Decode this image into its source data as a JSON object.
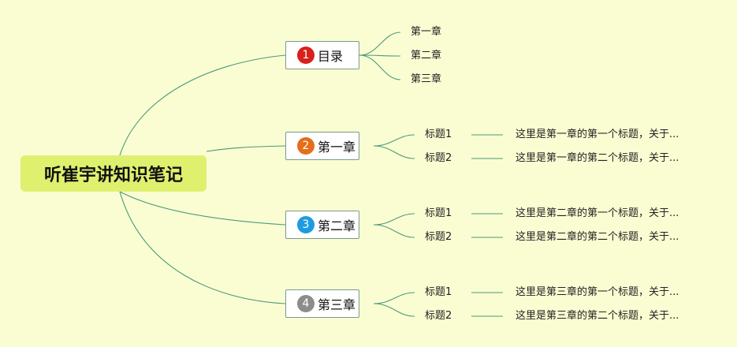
{
  "root": {
    "label": "听崔宇讲知识笔记",
    "color": "#dff06e"
  },
  "line_color": "#4a9a7a",
  "branches": [
    {
      "index": "1",
      "badge_color": "#d8211c",
      "label": "目录",
      "children": [
        {
          "label": "第一章"
        },
        {
          "label": "第二章"
        },
        {
          "label": "第三章"
        }
      ]
    },
    {
      "index": "2",
      "badge_color": "#e56d1b",
      "label": "第一章",
      "children": [
        {
          "label": "标题1",
          "detail": "这里是第一章的第一个标题，关于..."
        },
        {
          "label": "标题2",
          "detail": "这里是第一章的第二个标题，关于..."
        }
      ]
    },
    {
      "index": "3",
      "badge_color": "#1e9be0",
      "label": "第二章",
      "children": [
        {
          "label": "标题1",
          "detail": "这里是第二章的第一个标题，关于..."
        },
        {
          "label": "标题2",
          "detail": "这里是第二章的第二个标题，关于..."
        }
      ]
    },
    {
      "index": "4",
      "badge_color": "#8c8c8c",
      "label": "第三章",
      "children": [
        {
          "label": "标题1",
          "detail": "这里是第三章的第一个标题，关于..."
        },
        {
          "label": "标题2",
          "detail": "这里是第三章的第二个标题，关于..."
        }
      ]
    }
  ]
}
